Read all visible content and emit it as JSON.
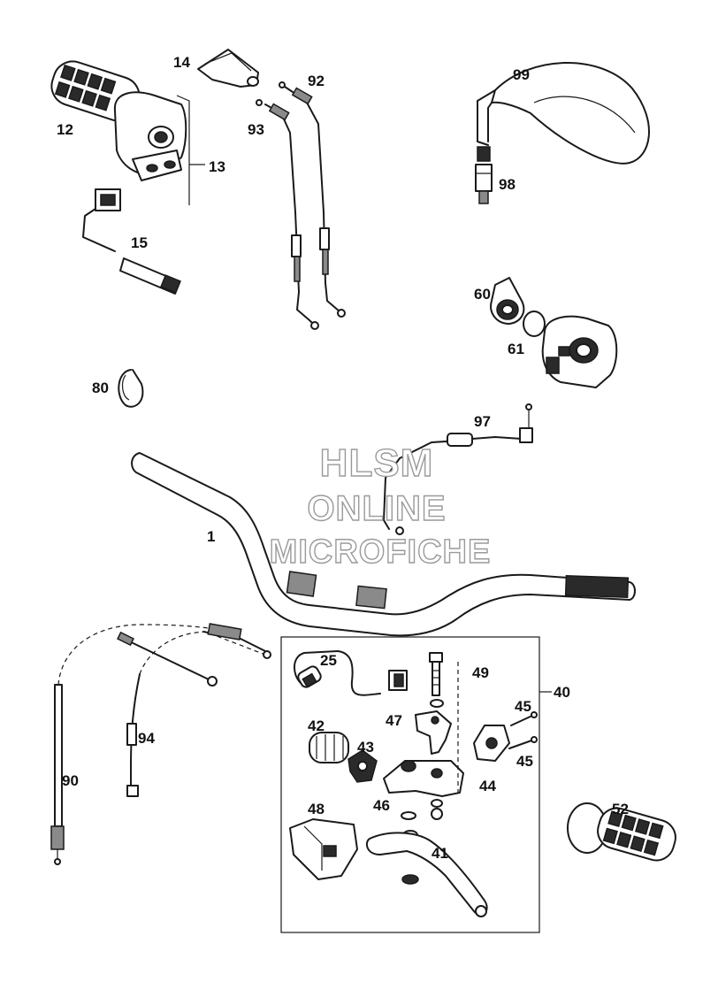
{
  "callouts": {
    "c1": "1",
    "c12": "12",
    "c13": "13",
    "c14": "14",
    "c15": "15",
    "c25": "25",
    "c40": "40",
    "c41": "41",
    "c42": "42",
    "c43": "43",
    "c44": "44",
    "c45a": "45",
    "c45b": "45",
    "c46": "46",
    "c47": "47",
    "c48": "48",
    "c49": "49",
    "c52": "52",
    "c60": "60",
    "c61": "61",
    "c80": "80",
    "c90": "90",
    "c92": "92",
    "c93": "93",
    "c94": "94",
    "c97": "97",
    "c98": "98",
    "c99": "99"
  },
  "watermark": {
    "line1": "HLSM",
    "line2": "ONLINE",
    "line3": "MICROFICHE"
  }
}
